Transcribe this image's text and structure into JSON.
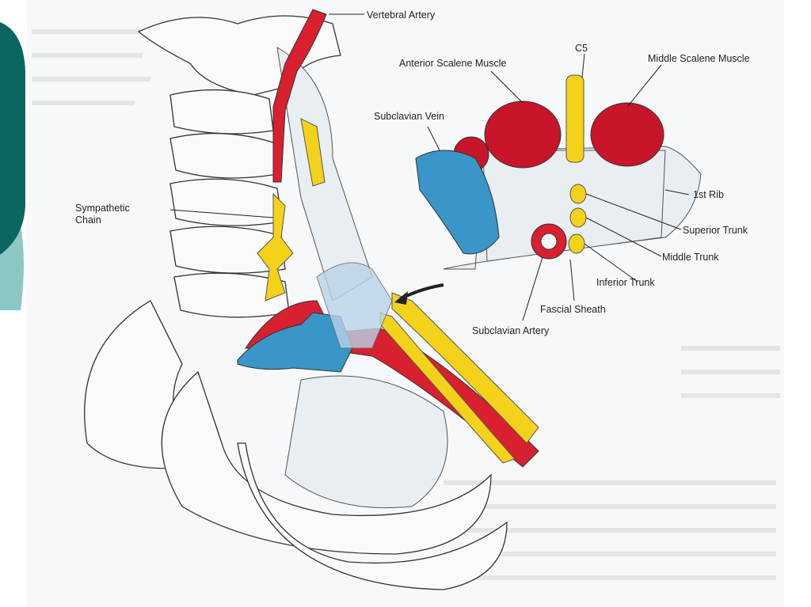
{
  "slide": {
    "accent_dark": "#0b6660",
    "accent_light": "#8cc7c4"
  },
  "figure": {
    "labels": {
      "vertebral_artery": "Vertebral Artery",
      "anterior_scalene": "Anterior Scalene Muscle",
      "c5": "C5",
      "middle_scalene": "Middle Scalene Muscle",
      "subclavian_vein": "Subclavian Vein",
      "first_rib": "1st Rib",
      "superior_trunk": "Superior Trunk",
      "middle_trunk": "Middle Trunk",
      "inferior_trunk": "Inferior Trunk",
      "fascial_sheath": "Fascial Sheath",
      "subclavian_artery": "Subclavian Artery",
      "sympathetic_chain_1": "Sympathetic",
      "sympathetic_chain_2": "Chain"
    },
    "colors": {
      "artery": "#d8202f",
      "vein": "#3a95c8",
      "nerve": "#f4d21a",
      "muscle": "#c8152a"
    }
  }
}
